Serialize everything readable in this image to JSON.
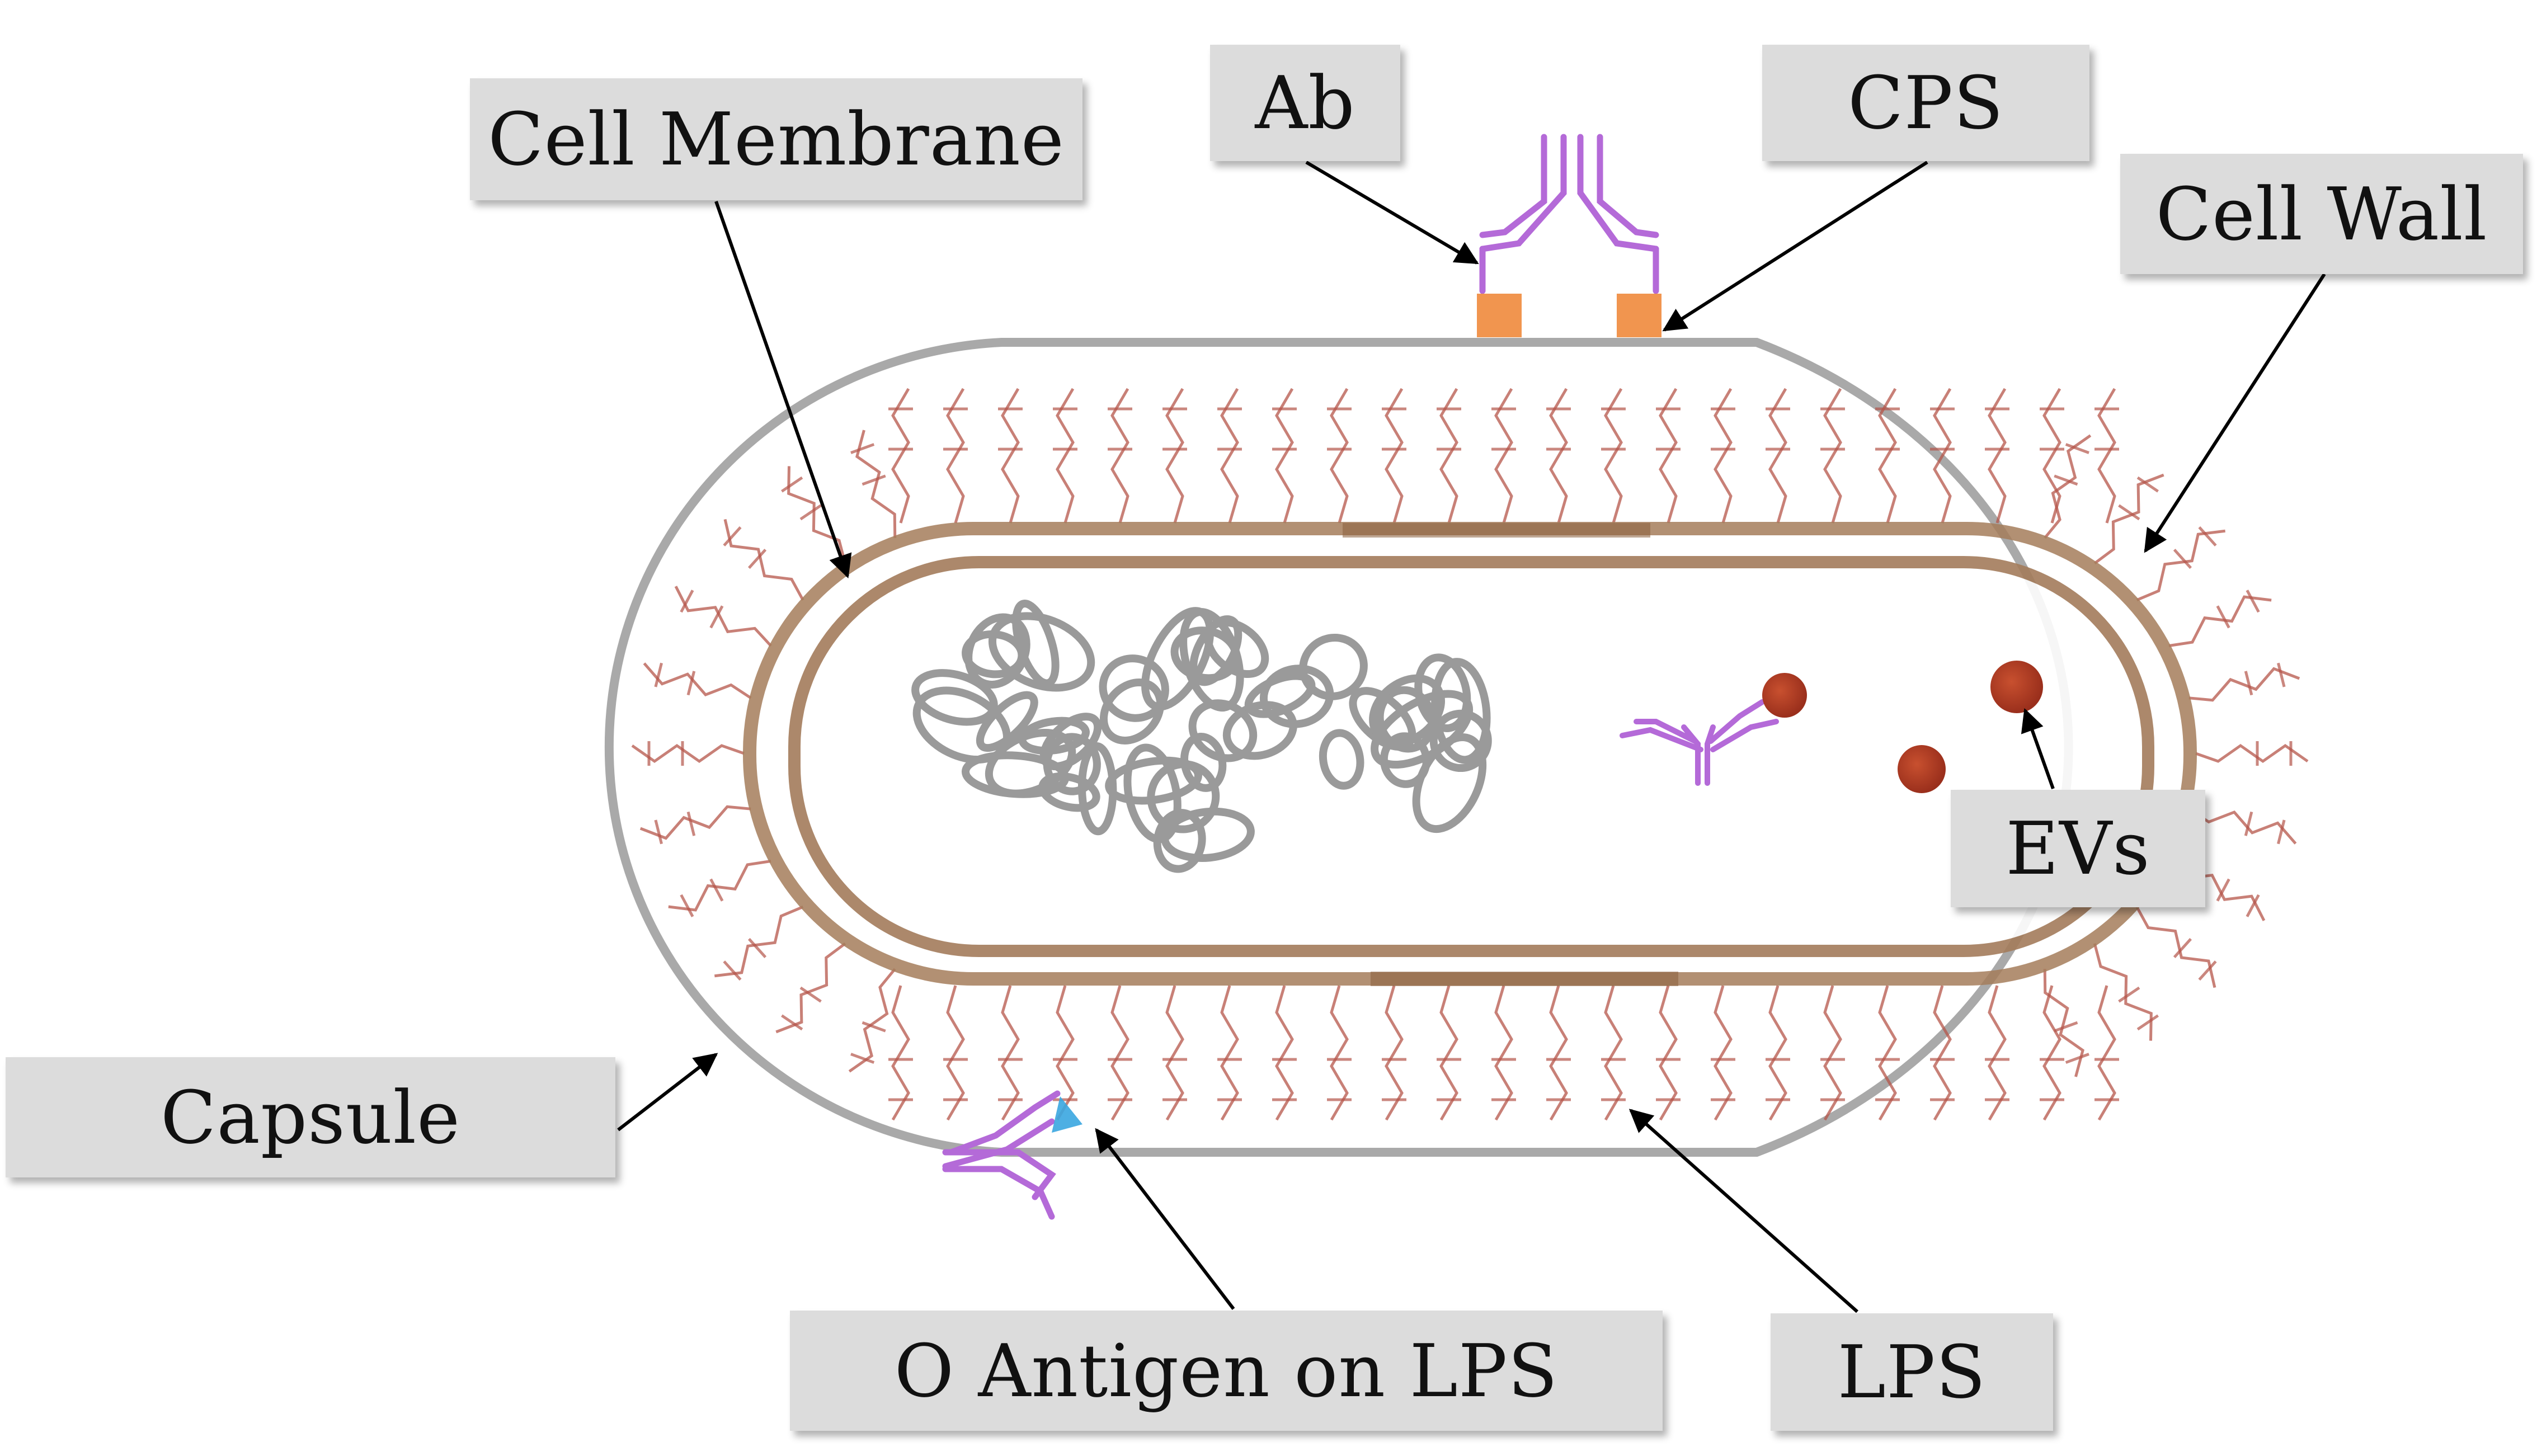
{
  "labels": {
    "ab": "Ab",
    "cps": "CPS",
    "cell_membrane": "Cell Membrane",
    "cell_wall": "Cell Wall",
    "evs": "EVs",
    "capsule": "Capsule",
    "o_antigen": "O Antigen on LPS",
    "lps": "LPS"
  },
  "colors": {
    "capsule_outline": "#9a9a9a",
    "cell_wall": "#a47c5b",
    "lps_strands": "#b5554a",
    "antibody": "#b46ad8",
    "cps_square": "#f08a3c",
    "ev_dot": "#b03a26",
    "o_antigen": "#3aa6e0",
    "dna": "#6f6f6f",
    "label_box": "#dcdcdc"
  }
}
